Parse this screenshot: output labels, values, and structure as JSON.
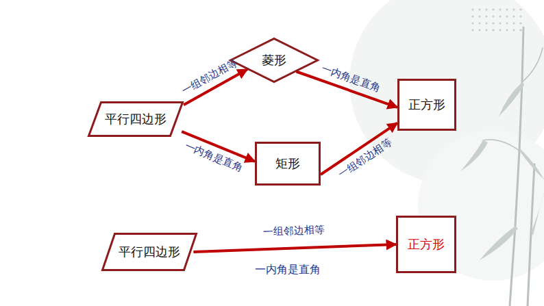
{
  "diagram": {
    "nodes": [
      {
        "text": [
          "平行四边形"
        ]
      },
      {
        "text": [
          "菱形"
        ]
      },
      {
        "text": [
          "矩形"
        ]
      },
      {
        "text": [
          "正方形"
        ]
      },
      {
        "text": [
          "平行四边形"
        ]
      },
      {
        "text": [
          "正方形"
        ]
      }
    ],
    "edges": [
      {
        "from": 0,
        "to": 1,
        "arrow": "to",
        "label": "一组邻边相等"
      },
      {
        "from": 1,
        "to": 3,
        "arrow": "to",
        "label": "一内角是直角"
      },
      {
        "from": 0,
        "to": 2,
        "arrow": "to",
        "label": "一内角是直角"
      },
      {
        "from": 2,
        "to": 3,
        "arrow": "to",
        "label": "一组邻边相等"
      },
      {
        "from": 4,
        "to": 5,
        "arrow": "to",
        "label": "一组邻边相等"
      }
    ],
    "labels": [
      "一内角是直角"
    ]
  }
}
